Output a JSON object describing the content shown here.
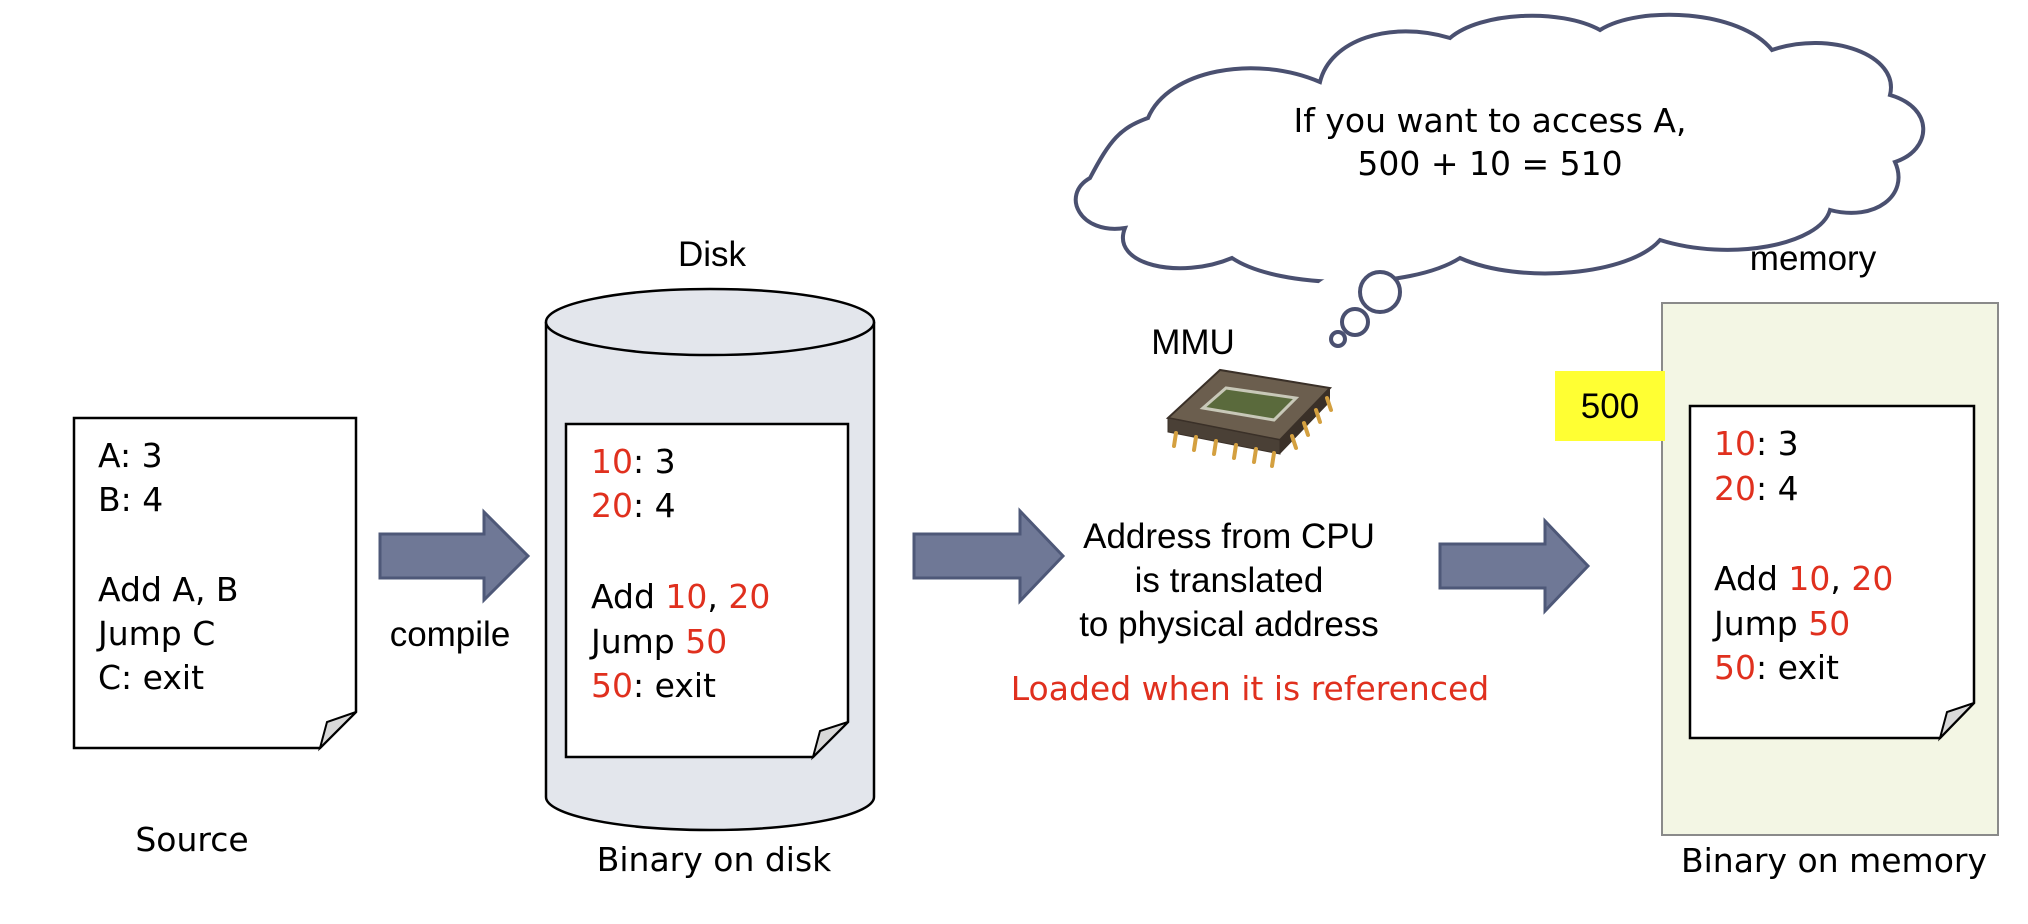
{
  "colors": {
    "arrow_fill": "#6f7896",
    "arrow_stroke": "#4e5878",
    "address_red": "#e0301e",
    "highlight_yellow": "#ffff33",
    "memory_bg": "#f3f6e4",
    "disk_fill": "#e3e6ec",
    "cloud_stroke": "#4a5070"
  },
  "source": {
    "caption": "Source",
    "lines": [
      "A: 3",
      "B: 4",
      "",
      "Add A, B",
      "Jump C",
      "C: exit"
    ]
  },
  "compile_label": "compile",
  "disk": {
    "title": "Disk",
    "caption": "Binary on disk",
    "line1_addr": "10",
    "line1_rest": ": 3",
    "line2_addr": "20",
    "line2_rest": ": 4",
    "line3_pre": "Add ",
    "line3_a": "10",
    "line3_sep": ", ",
    "line3_b": "20",
    "line4_pre": "Jump ",
    "line4_a": "50",
    "line5_addr": "50",
    "line5_rest": ": exit"
  },
  "mmu": {
    "label": "MMU",
    "thought_line1": "If you want to access A,",
    "thought_line2": "500 + 10 = 510",
    "translation_line1": "Address from CPU",
    "translation_line2": "is translated",
    "translation_line3": "to physical address",
    "note": "Loaded when it is referenced"
  },
  "memory": {
    "title": "memory",
    "caption": "Binary on memory",
    "base_address": "500",
    "line1_addr": "10",
    "line1_rest": ": 3",
    "line2_addr": "20",
    "line2_rest": ": 4",
    "line3_pre": "Add ",
    "line3_a": "10",
    "line3_sep": ", ",
    "line3_b": "20",
    "line4_pre": "Jump ",
    "line4_a": "50",
    "line5_addr": "50",
    "line5_rest": ": exit"
  }
}
